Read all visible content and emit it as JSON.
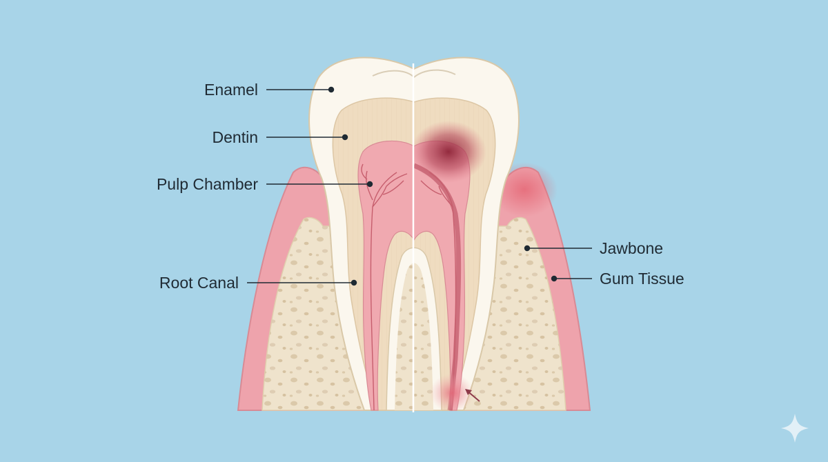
{
  "colors": {
    "background": "#a8d4e8",
    "gum": "#eea3ac",
    "gum_stroke": "#d88a94",
    "bone": "#efe3cc",
    "enamel": "#fbf7ee",
    "dentin": "#efdcc0",
    "pulp": "#f0a9b0",
    "nerve": "#c65e6d",
    "infection": "#9c2f42",
    "leader": "#1f2a33"
  },
  "labels": {
    "enamel": "Enamel",
    "dentin": "Dentin",
    "pulp_chamber": "Pulp Chamber",
    "root_canal": "Root Canal",
    "jawbone": "Jawbone",
    "gum_tissue": "Gum Tissue"
  },
  "icons": {
    "corner": "sparkle-icon"
  }
}
